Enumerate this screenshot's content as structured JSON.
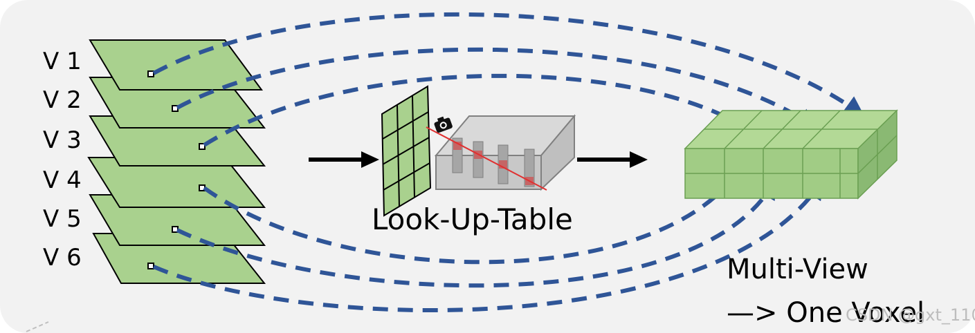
{
  "views": [
    {
      "label": "V 1"
    },
    {
      "label": "V 2"
    },
    {
      "label": "V 3"
    },
    {
      "label": "V 4"
    },
    {
      "label": "V 5"
    },
    {
      "label": "V 6"
    }
  ],
  "lut_label": "Look-Up-Table",
  "result_label_line1": "Multi-View",
  "result_label_line2": "—> One Voxel",
  "watermark": "CSDN @gxt_110",
  "colors": {
    "background": "#f2f2f2",
    "plane_fill": "#a9d18e",
    "cube_top": "#b3d996",
    "cube_front": "#a1cc85",
    "cube_side": "#8ab973",
    "arrow_dashed": "#2f5597",
    "ray": "#e03030",
    "lut_box": "#c8c8c8"
  },
  "icons": [
    "camera-icon"
  ]
}
